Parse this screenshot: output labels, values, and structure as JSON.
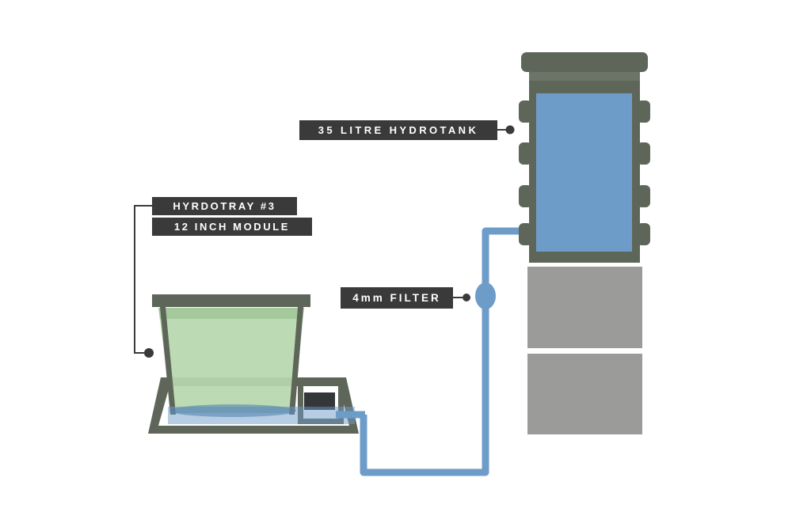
{
  "labels": {
    "hydrotank": {
      "text": "35 LITRE HYDROTANK"
    },
    "hydrotray": {
      "line1": "HYRDOTRAY #3",
      "line2": "12 INCH MODULE"
    },
    "filter": {
      "text": "4mm FILTER"
    }
  },
  "colors": {
    "background": "#ffffff",
    "structure_olive": "#5e6659",
    "structure_olive_light": "#6c7467",
    "water_blue": "#6e9cc9",
    "water_blue_dark": "#4e7fae",
    "tray_green": "#b7d7ae",
    "tray_green_dark": "#a6c99b",
    "stand_gray": "#9b9b99",
    "pump_dark": "#33373a",
    "label_bg": "#3a3a3b",
    "label_text": "#ffffff",
    "leader": "#3a3a3b"
  }
}
